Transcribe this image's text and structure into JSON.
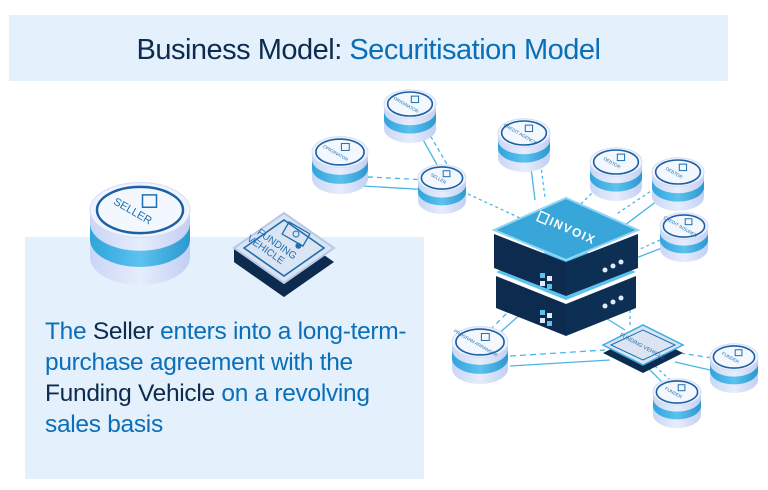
{
  "header": {
    "title_prefix": "Business Model:",
    "title_highlight": "Securitisation Model"
  },
  "description": {
    "segments": [
      {
        "text": "The ",
        "emphasis": false
      },
      {
        "text": "Seller",
        "emphasis": true
      },
      {
        "text": " enters into a long-term-purchase agreement with the ",
        "emphasis": false
      },
      {
        "text": "Funding Vehicle",
        "emphasis": true
      },
      {
        "text": " on a revolving sales basis",
        "emphasis": false
      }
    ]
  },
  "legend_nodes": {
    "seller": {
      "label": "SELLER",
      "icon": "seller-shop-icon"
    },
    "funding_vehicle": {
      "label_line1": "FUNDING",
      "label_line2": "VEHICLE",
      "icon": "certificate-icon"
    }
  },
  "network": {
    "hub": {
      "label": "INVOIX",
      "icon": "invoix-logo-icon"
    },
    "nodes": [
      {
        "id": "originator-1",
        "label": "ORIGINATOR",
        "icon": "document-icon"
      },
      {
        "id": "originator-2",
        "label": "ORIGINATOR",
        "icon": "document-icon"
      },
      {
        "id": "seller",
        "label": "SELLER",
        "icon": "seller-shop-icon"
      },
      {
        "id": "credit-agency",
        "label": "CREDIT AGENCY",
        "icon": "truck-icon"
      },
      {
        "id": "debtor-1",
        "label": "DEBTOR",
        "icon": "person-icon"
      },
      {
        "id": "debtor-2",
        "label": "DEBTOR",
        "icon": "person-icon"
      },
      {
        "id": "credit-insurer",
        "label": "CREDIT INSURER",
        "icon": "gears-icon"
      },
      {
        "id": "program-arranger",
        "label": "PROGRAM ARRANGER",
        "icon": "person-icon"
      },
      {
        "id": "funding-vehicle",
        "label": "FUNDING VEHICLE",
        "icon": "certificate-icon"
      },
      {
        "id": "funder-1",
        "label": "FUNDER",
        "icon": "bank-icon"
      },
      {
        "id": "funder-2",
        "label": "FUNDER",
        "icon": "bank-icon"
      }
    ]
  },
  "colors": {
    "accent": "#0a6fb8",
    "dark": "#0d2b4e",
    "panel": "#e4f0fc",
    "node_blue": "#3aaee3",
    "hub_top": "#39a6da"
  }
}
